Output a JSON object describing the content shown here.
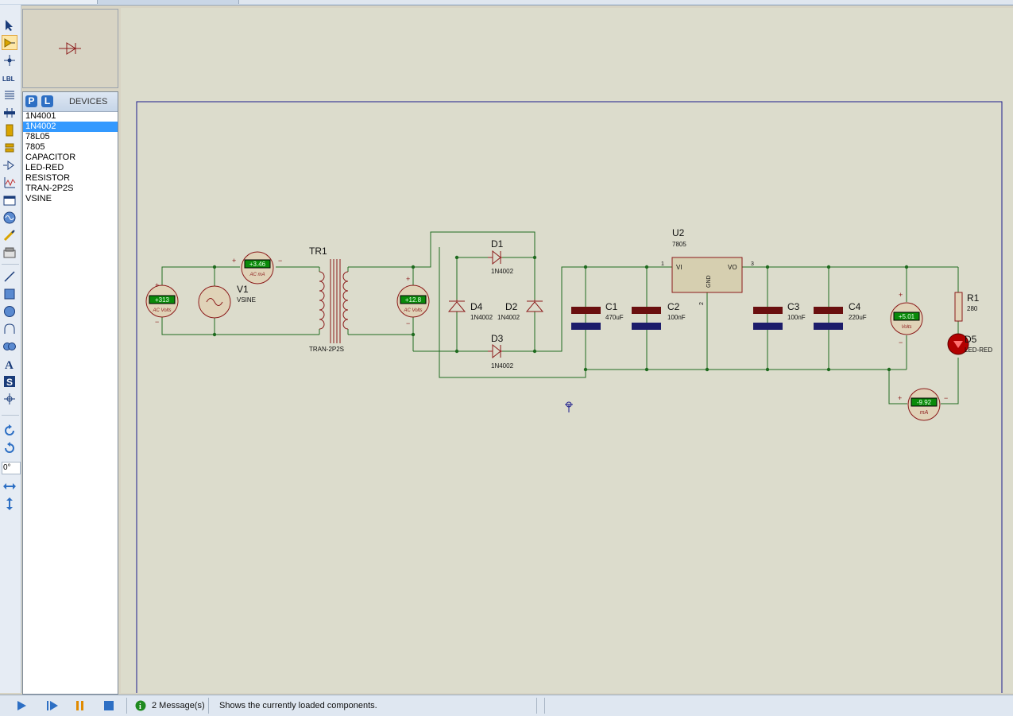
{
  "devices": {
    "header_p": "P",
    "header_l": "L",
    "title": "DEVICES",
    "items": [
      "1N4001",
      "1N4002",
      "78L05",
      "7805",
      "CAPACITOR",
      "LED-RED",
      "RESISTOR",
      "TRAN-2P2S",
      "VSINE"
    ],
    "selected": "1N4002"
  },
  "toolbar": {
    "rotation": "0°",
    "icons": [
      "select-icon",
      "component-icon",
      "junction-icon",
      "wire-label-icon",
      "text-script-icon",
      "bus-icon",
      "subcircuit-icon",
      "terminal-icon",
      "device-pin-icon",
      "graph-icon",
      "tape-recorder-icon",
      "generator-icon",
      "voltage-probe-icon",
      "current-probe-icon",
      "line-icon",
      "box-icon",
      "circle-icon",
      "arc-icon",
      "path-icon",
      "text-icon",
      "symbol-icon",
      "marker-icon",
      "rotate-cw-icon",
      "rotate-ccw-icon",
      "mirror-x-icon",
      "mirror-y-icon"
    ]
  },
  "schematic": {
    "tr1_ref": "TR1",
    "tr1_type": "TRAN-2P2S",
    "v1_ref": "V1",
    "v1_type": "VSINE",
    "d1_ref": "D1",
    "d1_type": "1N4002",
    "d2_ref": "D2",
    "d2_type": "1N4002",
    "d3_ref": "D3",
    "d3_type": "1N4002",
    "d4_ref": "D4",
    "d4_type": "1N4002",
    "u2_ref": "U2",
    "u2_type": "7805",
    "u2_vi": "VI",
    "u2_vo": "VO",
    "u2_gnd": "GND",
    "u2_pin1": "1",
    "u2_pin2": "2",
    "u2_pin3": "3",
    "c1_ref": "C1",
    "c1_val": "470uF",
    "c2_ref": "C2",
    "c2_val": "100nF",
    "c3_ref": "C3",
    "c3_val": "100nF",
    "c4_ref": "C4",
    "c4_val": "220uF",
    "r1_ref": "R1",
    "r1_val": "280",
    "d5_ref": "D5",
    "d5_type": "LED-RED",
    "meter_ac_in": {
      "value": "+313",
      "unit": "AC Volts"
    },
    "meter_ac_ma": {
      "value": "+3.46",
      "unit": "AC mA"
    },
    "meter_ac_sec": {
      "value": "+12.8",
      "unit": "AC Volts"
    },
    "meter_dc_out": {
      "value": "+5.01",
      "unit": "Volts"
    },
    "meter_dc_ma": {
      "value": "-9.92",
      "unit": "mA"
    },
    "plus": "+",
    "minus": "−"
  },
  "status": {
    "messages": "2 Message(s)",
    "hint": "Shows the currently loaded components."
  },
  "colors": {
    "sheet_bg": "#dcdccc",
    "wire": "#1f6b1f",
    "component": "#8b1a1a",
    "frame": "#1c1c8c",
    "meter_lcd": "#0a8a0a"
  }
}
